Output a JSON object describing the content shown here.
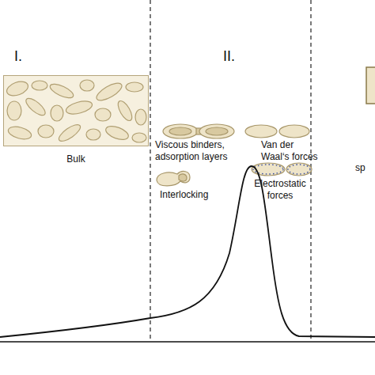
{
  "diagram": {
    "nodes": [
      {
        "text": [
          "Bulk"
        ]
      }
    ],
    "labels": [
      "I.",
      "II.",
      "Viscous binders, adsorption layers",
      "Van der Waal‘s forces",
      "Interlocking",
      "Electrostatic forces",
      "sp"
    ]
  }
}
